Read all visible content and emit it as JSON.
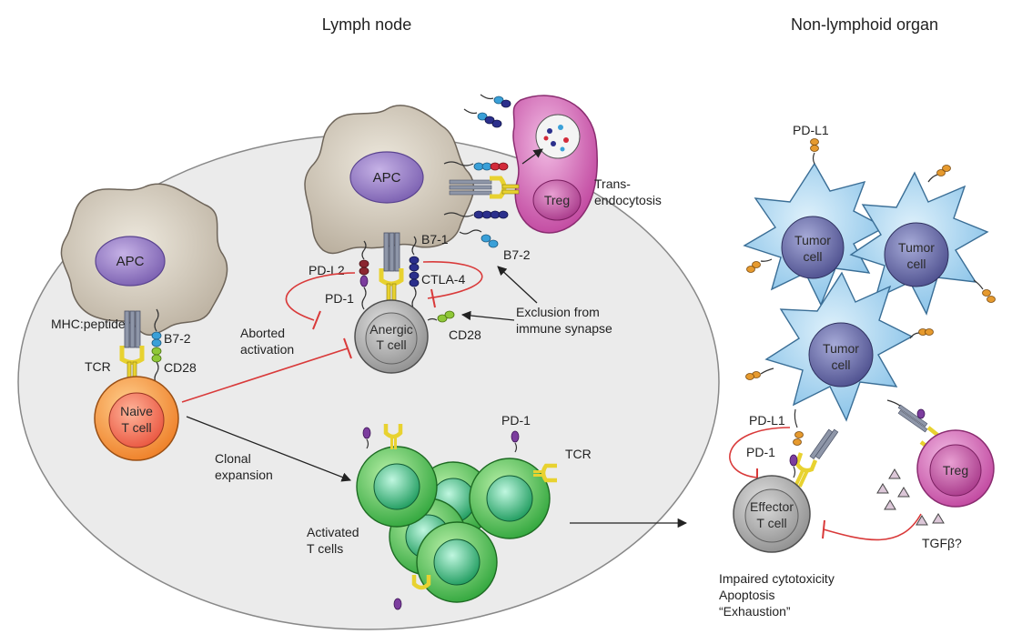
{
  "headers": {
    "lymph_node": "Lymph node",
    "non_lymphoid": "Non-lymphoid organ"
  },
  "labels": {
    "apc_left": "APC",
    "apc_center": "APC",
    "mhc_peptide": "MHC:peptide",
    "tcr_left": "TCR",
    "b72_left": "B7-2",
    "cd28_left": "CD28",
    "naive_line1": "Naive",
    "naive_line2": "T cell",
    "aborted_line1": "Aborted",
    "aborted_line2": "activation",
    "pdl2": "PD-L2",
    "pd1_center": "PD-1",
    "b71": "B7-1",
    "ctla4": "CTLA-4",
    "anergic_line1": "Anergic",
    "anergic_line2": "T cell",
    "cd28_center": "CD28",
    "exclusion_line1": "Exclusion from",
    "exclusion_line2": "immune synapse",
    "b72_center": "B7-2",
    "treg_center": "Treg",
    "trans_line1": "Trans-",
    "trans_line2": "endocytosis",
    "clonal_line1": "Clonal",
    "clonal_line2": "expansion",
    "pd1_activated": "PD-1",
    "tcr_activated": "TCR",
    "activated_line1": "Activated",
    "activated_line2": "T cells",
    "pdl1_top": "PD-L1",
    "tumor1_line1": "Tumor",
    "tumor1_line2": "cell",
    "tumor2_line1": "Tumor",
    "tumor2_line2": "cell",
    "tumor3_line1": "Tumor",
    "tumor3_line2": "cell",
    "pdl1_right": "PD-L1",
    "pd1_right": "PD-1",
    "treg_right": "Treg",
    "effector_line1": "Effector",
    "effector_line2": "T cell",
    "tgfb": "TGFβ?",
    "outcome1": "Impaired cytotoxicity",
    "outcome2": "Apoptosis",
    "outcome3": "“Exhaustion”"
  },
  "colors": {
    "apc_body": "#d6cfc2",
    "apc_nucleus": "#9d82c8",
    "naive_cell": "#f59a4a",
    "anergic_cell": "#b9b9b9",
    "activated_cell": "#49b949",
    "tumor_cell": "#9fcfee",
    "tumor_nucleus": "#6d6fa8",
    "treg": "#cc66b3",
    "inhibition_line": "#d93a3a"
  }
}
